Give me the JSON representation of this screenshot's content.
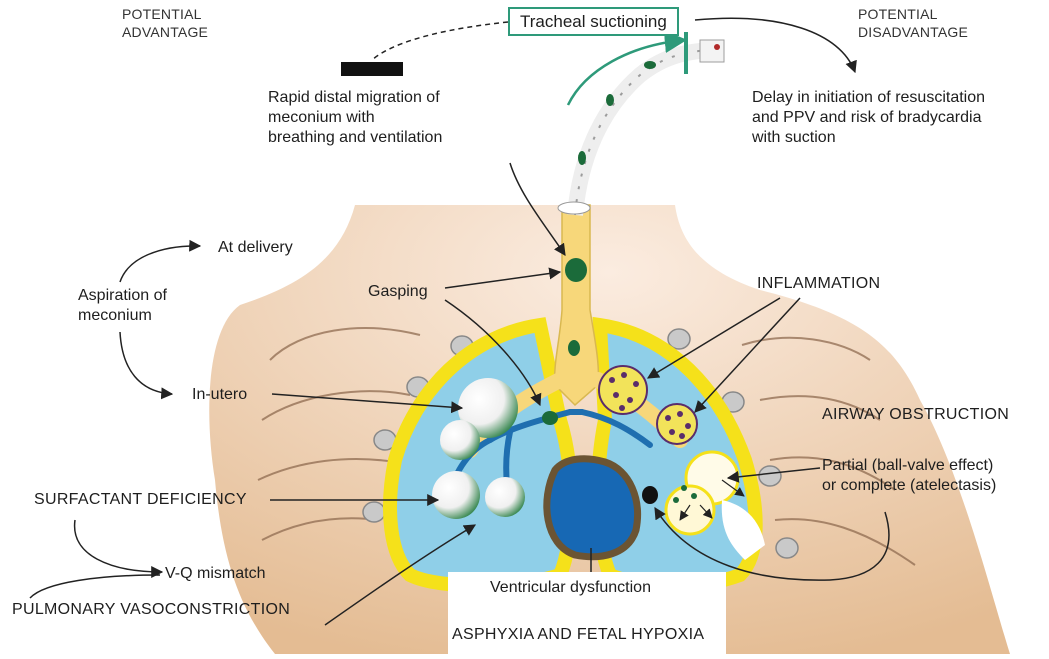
{
  "texts": {
    "potential_advantage": "POTENTIAL\nADVANTAGE",
    "potential_disadvantage": "POTENTIAL\nDISADVANTAGE",
    "tracheal_suctioning": "Tracheal suctioning",
    "rapid_migration": "Rapid distal migration of\nmeconium with\nbreathing and ventilation",
    "delay_resuscitation": "Delay in initiation of resuscitation\nand PPV and risk of bradycardia\nwith suction",
    "at_delivery": "At delivery",
    "aspiration": "Aspiration of\nmeconium",
    "in_utero": "In-utero",
    "gasping": "Gasping",
    "inflammation": "INFLAMMATION",
    "airway_obstruction": "AIRWAY OBSTRUCTION",
    "partial_complete": "Partial (ball-valve effect)\nor complete (atelectasis)",
    "surfactant_deficiency": "SURFACTANT DEFICIENCY",
    "vq_mismatch": "V-Q mismatch",
    "pulmonary_vasoconstriction": "PULMONARY VASOCONSTRICTION",
    "ventricular_dysfunction": "Ventricular dysfunction",
    "asphyxia": "ASPHYXIA AND FETAL HYPOXIA"
  },
  "colors": {
    "skin": "#e9c9a6",
    "lung_outline": "#f5e11a",
    "lung_fill": "#8fcfe8",
    "airway": "#f7d77a",
    "bronchi": "#1f6fb0",
    "heart": "#1768b4",
    "heart_rim": "#6b5433",
    "meconium": "#1b6b3a",
    "suction_frame": "#2e9a7a",
    "blocker": "#111111"
  }
}
